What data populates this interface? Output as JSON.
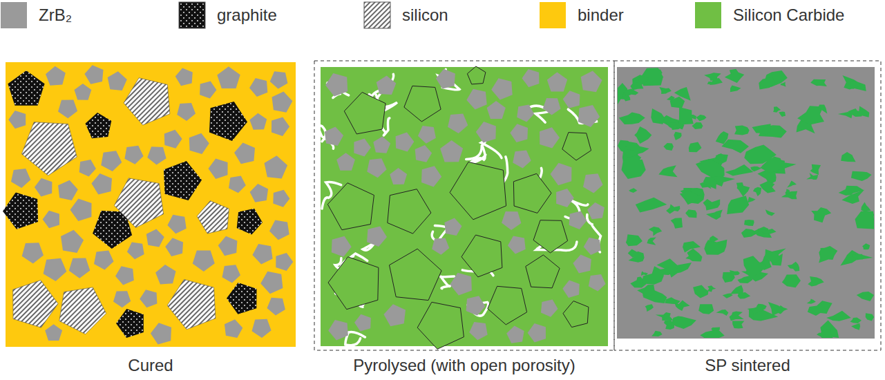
{
  "diagram": {
    "labels": [
      "Cured",
      "Pyrolysed (with open porosity)",
      "SP sintered"
    ],
    "legend": [
      {
        "text": "ZrB₂",
        "color": "#9a9a9a"
      },
      {
        "text": "graphite"
      },
      {
        "text": "silicon"
      },
      {
        "text": "binder",
        "color": "#fec90e"
      },
      {
        "text": "Silicon Carbide",
        "color": "#70bf44"
      }
    ]
  }
}
